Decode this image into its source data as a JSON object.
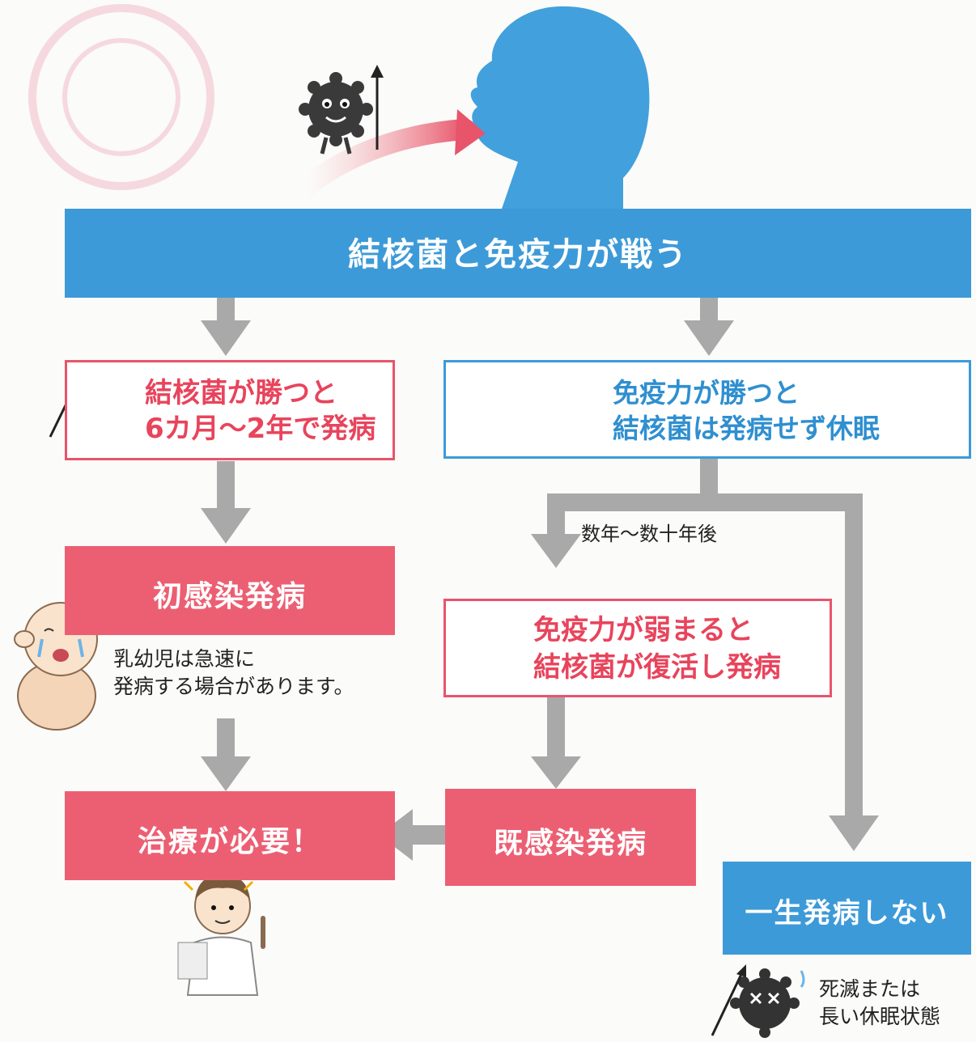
{
  "banner": {
    "title": "結核菌と免疫力が戦う"
  },
  "left_outcome": {
    "line1": "結核菌が勝つと",
    "line2": "6カ月〜2年で発病"
  },
  "right_outcome": {
    "line1": "免疫力が勝つと",
    "line2": "結核菌は発病せず休眠"
  },
  "years_later": "数年〜数十年後",
  "primary_onset": "初感染発病",
  "infant_note": {
    "line1": "乳幼児は急速に",
    "line2": "発病する場合があります。"
  },
  "weakened": {
    "line1": "免疫力が弱まると",
    "line2": "結核菌が復活し発病"
  },
  "treatment": "治療が必要！",
  "latent_onset": "既感染発病",
  "never_onset": "一生発病しない",
  "dormant_note": {
    "line1": "死滅または",
    "line2": "長い休眠状態"
  },
  "colors": {
    "blue": "#3d9ad8",
    "red": "#ec5f73",
    "arrow": "#a9a9a9",
    "germ": "#3a3a3a",
    "immune": "#f6dc8c"
  }
}
